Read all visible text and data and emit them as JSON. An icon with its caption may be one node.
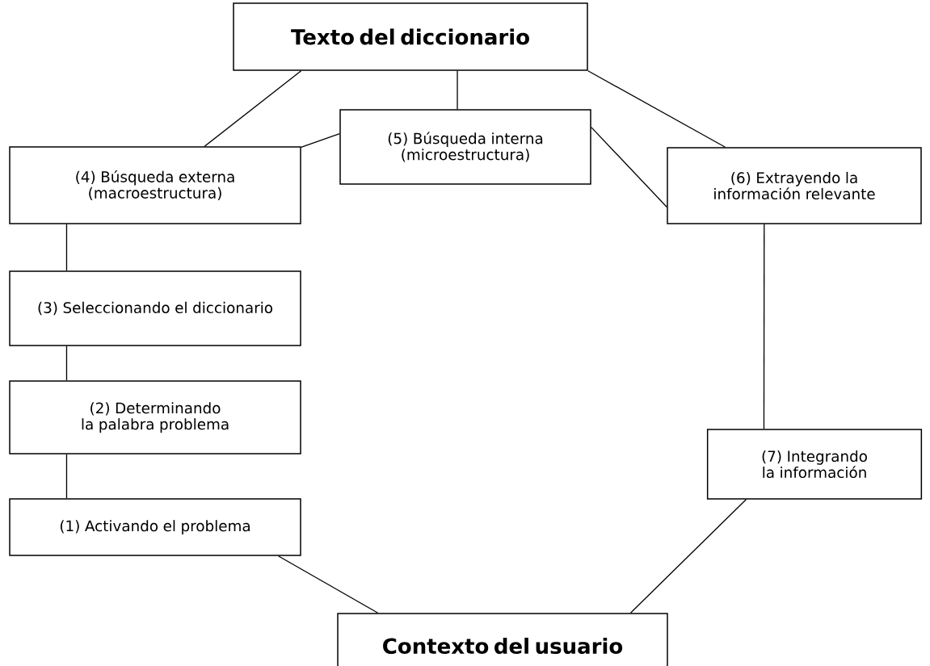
{
  "diagram": {
    "nodes": [
      {
        "text": [
          "Texto del diccionario"
        ]
      },
      {
        "text": [
          "(4) Búsqueda externa (macroestructura)"
        ]
      },
      {
        "text": [
          "(5) Búsqueda interna (microestructura)"
        ]
      },
      {
        "text": [
          "(6) Extrayendo la información relevante"
        ]
      },
      {
        "text": [
          "(3) Seleccionando el diccionario"
        ]
      },
      {
        "text": [
          "(2) Determinando la palabra problema"
        ]
      },
      {
        "text": [
          "(7) Integrando la información"
        ]
      },
      {
        "text": [
          "(1) Activando el problema"
        ]
      },
      {
        "text": [
          "Contexto del usuario"
        ]
      }
    ],
    "edges": [
      {
        "from": 0,
        "to": 1,
        "arrow": "none"
      },
      {
        "from": 0,
        "to": 2,
        "arrow": "none"
      },
      {
        "from": 0,
        "to": 3,
        "arrow": "none"
      },
      {
        "from": 1,
        "to": 2,
        "arrow": "none"
      },
      {
        "from": 2,
        "to": 3,
        "arrow": "none"
      },
      {
        "from": 1,
        "to": 4,
        "arrow": "none"
      },
      {
        "from": 4,
        "to": 5,
        "arrow": "none"
      },
      {
        "from": 5,
        "to": 7,
        "arrow": "none"
      },
      {
        "from": 7,
        "to": 8,
        "arrow": "none"
      },
      {
        "from": 3,
        "to": 6,
        "arrow": "none"
      },
      {
        "from": 6,
        "to": 8,
        "arrow": "none"
      }
    ]
  }
}
